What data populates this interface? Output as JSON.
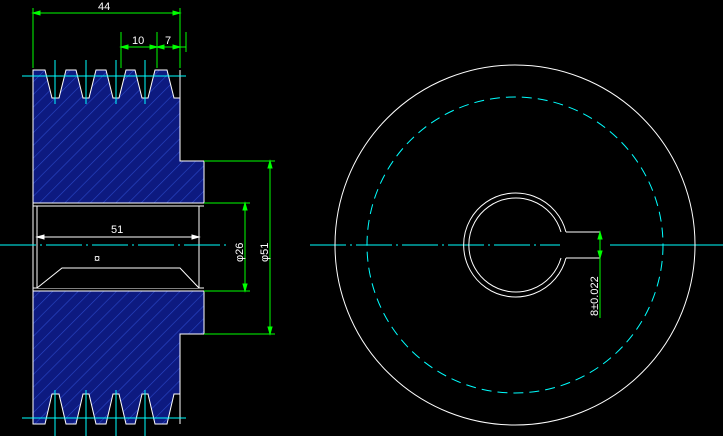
{
  "drawing": {
    "colors": {
      "background": "#000000",
      "outline": "#ffffff",
      "dimension": "#00ff00",
      "centerline": "#00ffff",
      "hatch_fill": "#0d1a80",
      "hatch_line": "#2a47c8"
    },
    "dimensions": {
      "width_44": "44",
      "groove_pitch_10": "10",
      "groove_width_7": "7",
      "length_51": "51",
      "bore_dia": "φ26",
      "hub_dia": "φ51",
      "keyway": "8±0.022"
    },
    "marker": "¤"
  }
}
